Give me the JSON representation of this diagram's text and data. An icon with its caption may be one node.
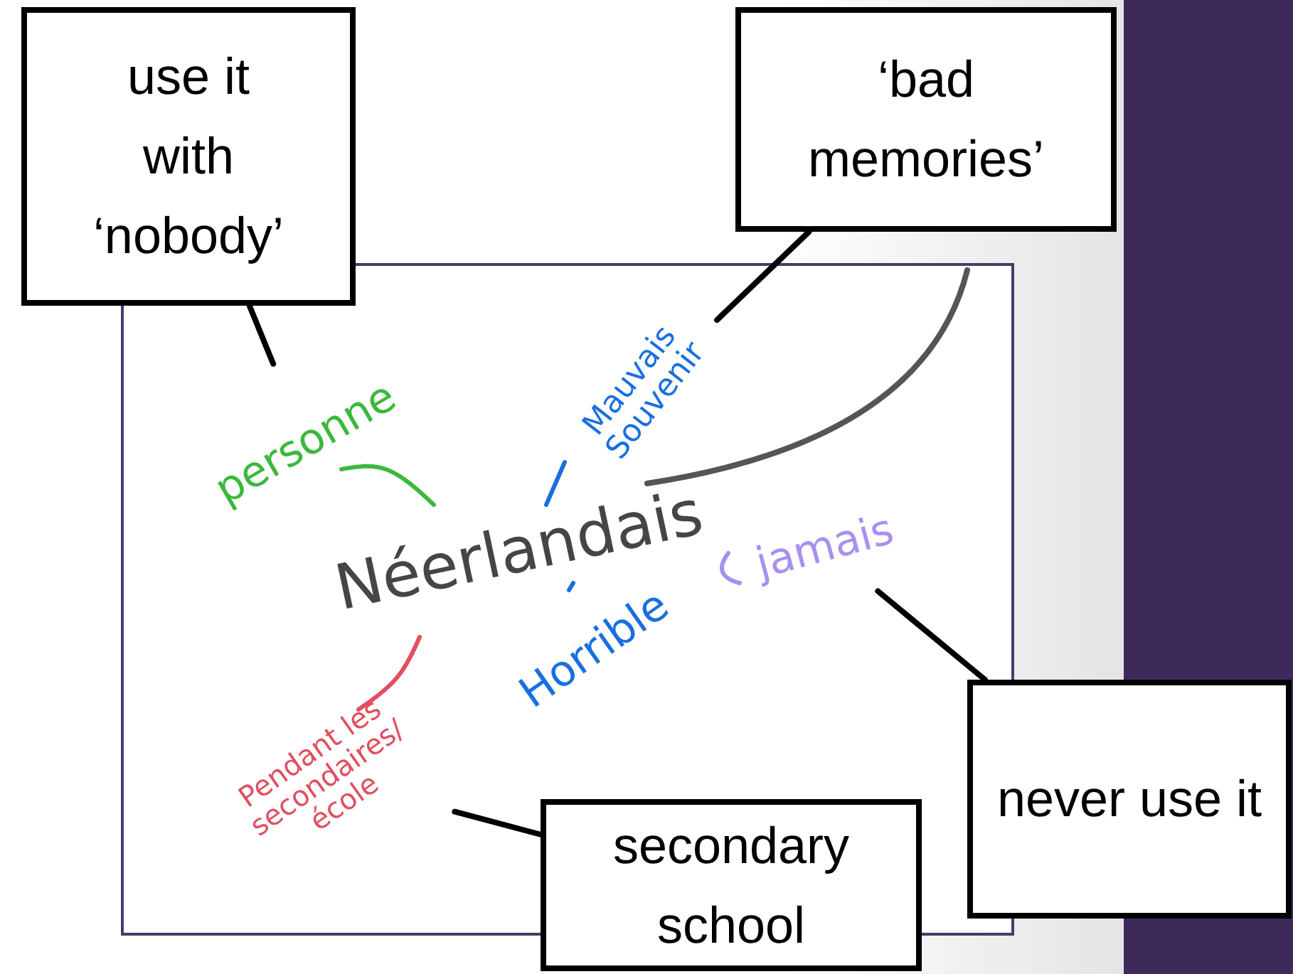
{
  "diagram": {
    "nodes": [
      {
        "text": [],
        "shape": "box"
      },
      {
        "text": [
          "use it with ‘nobody’"
        ]
      },
      {
        "text": [
          "‘bad memories’"
        ]
      },
      {
        "text": [
          "personne"
        ],
        "in": 0
      },
      {
        "text": [
          "Mauvais Souvenir"
        ],
        "in": 0
      },
      {
        "text": [
          "Néerlandais"
        ],
        "in": 0
      },
      {
        "text": [
          "jamais"
        ],
        "in": 0
      },
      {
        "text": [
          "Horrible"
        ],
        "in": 0
      },
      {
        "text": [
          "Pendant les secondaires/école"
        ],
        "in": 0
      },
      {
        "text": [
          "never use it"
        ]
      },
      {
        "text": [
          "secondary school"
        ]
      },
      {
        "text": [],
        "shape": "bar"
      }
    ],
    "edges": [
      {
        "from": 1,
        "to": 3,
        "arrow": "none"
      },
      {
        "from": 2,
        "to": 4,
        "arrow": "none"
      },
      {
        "from": 9,
        "to": 6,
        "arrow": "none"
      },
      {
        "from": 10,
        "to": 8,
        "arrow": "none"
      },
      {
        "from": 5,
        "to": 3,
        "arrow": "none",
        "color": "#3cb83c"
      },
      {
        "from": 5,
        "to": 4,
        "arrow": "none",
        "color": "#1a6fe0"
      },
      {
        "from": 5,
        "to": 7,
        "arrow": "none",
        "color": "#1a6fe0"
      },
      {
        "from": 5,
        "to": 8,
        "arrow": "none",
        "color": "#e05060"
      }
    ]
  }
}
